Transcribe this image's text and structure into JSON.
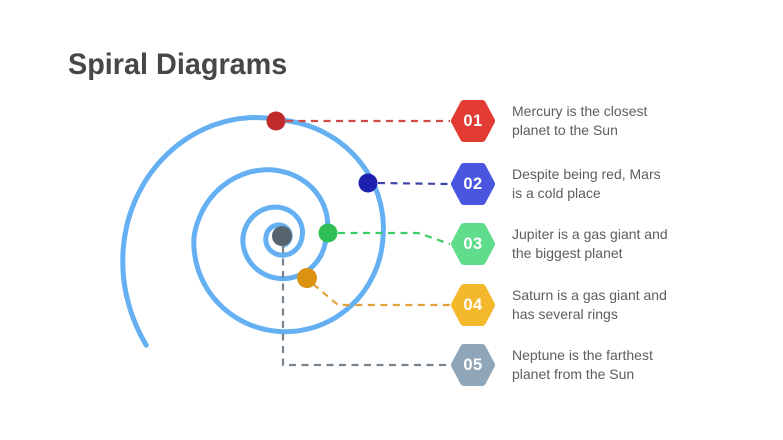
{
  "title": "Spiral Diagrams",
  "colors": {
    "background": "#FFFFFF",
    "title_text": "#474747",
    "body_text": "#5D5D5D",
    "spiral": "#64B0F2"
  },
  "items": [
    {
      "number": "01",
      "text": "Mercury is the closest\nplanet to the Sun",
      "hex_color": "#E23B34",
      "dot_color": "#C02A2B",
      "line_color": "#D04A44"
    },
    {
      "number": "02",
      "text": "Despite being red, Mars\nis a cold place",
      "hex_color": "#4A55E0",
      "dot_color": "#1B21AE",
      "line_color": "#3D46A8"
    },
    {
      "number": "03",
      "text": "Jupiter is a gas giant and\nthe biggest planet",
      "hex_color": "#5FDC8C",
      "dot_color": "#2FBF55",
      "line_color": "#3ECC67"
    },
    {
      "number": "04",
      "text": "Saturn is a gas giant and\nhas several rings",
      "hex_color": "#F4B82D",
      "dot_color": "#DB9211",
      "line_color": "#E0A23C"
    },
    {
      "number": "05",
      "text": "Neptune is the farthest\nplanet from the Sun",
      "hex_color": "#8FA6B8",
      "dot_color": "#57646E",
      "line_color": "#78858F"
    }
  ]
}
